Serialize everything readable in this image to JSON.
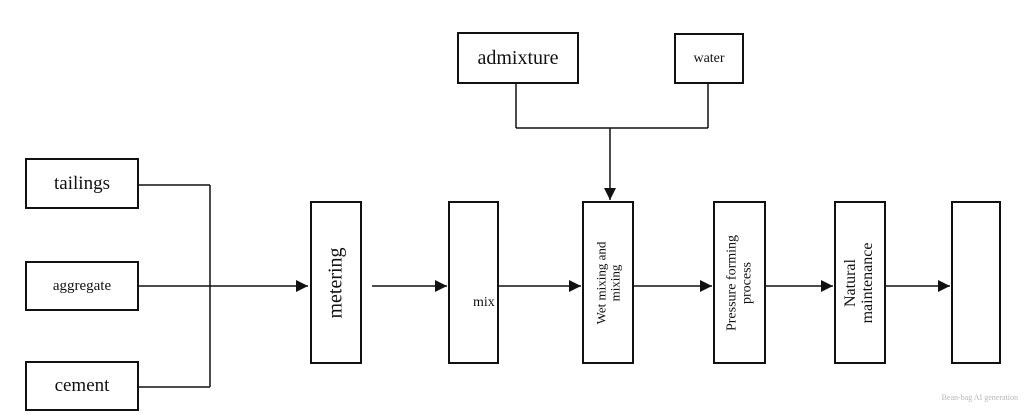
{
  "inputs": {
    "tailings": "tailings",
    "aggregate": "aggregate",
    "cement": "cement",
    "admixture": "admixture",
    "water": "water"
  },
  "steps": {
    "metering": "metering",
    "mix": "mix",
    "wet_mixing_line1": "Wet mixing and",
    "wet_mixing_line2": "mixing",
    "pressure_line1": "Pressure forming",
    "pressure_line2": "process",
    "natural_line1": "Natural",
    "natural_line2": "maintenance"
  },
  "watermark": "Bean-bag AI generation"
}
